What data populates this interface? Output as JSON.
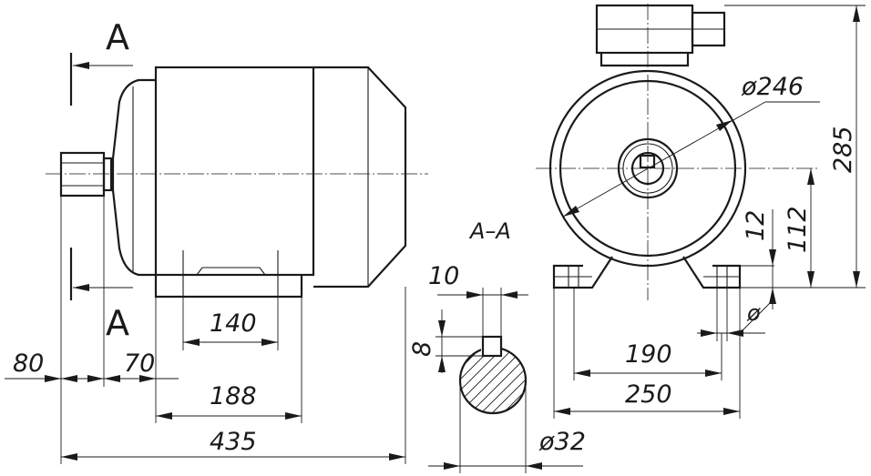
{
  "section_marks": {
    "upper": "A",
    "lower": "A"
  },
  "section_title": "A–A",
  "dimensions": {
    "d_80": "80",
    "d_70": "70",
    "d_140": "140",
    "d_188": "188",
    "d_435": "435",
    "key_width": "10",
    "key_height": "8",
    "shaft_diameter": "ø32",
    "flange_diameter": "ø246",
    "height_total": "285",
    "axis_height": "112",
    "foot_thickness": "12",
    "hole_diameter": "ø",
    "foot_spacing": "190",
    "foot_width": "250"
  }
}
